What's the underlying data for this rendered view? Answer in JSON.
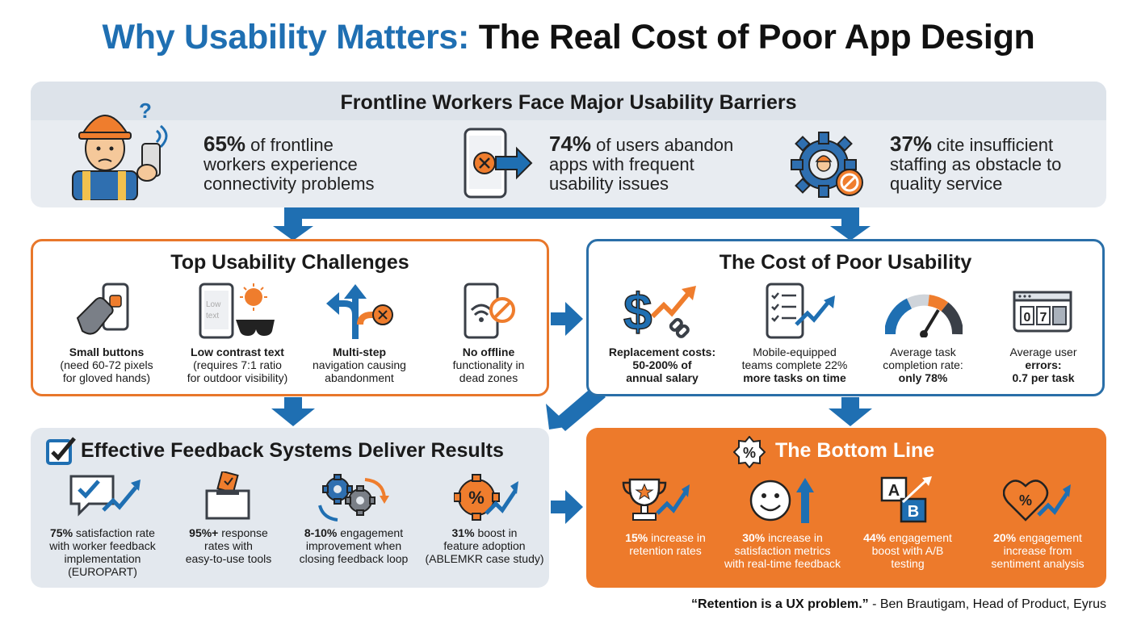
{
  "title": {
    "part1": "Why Usability Matters:",
    "part2": "The Real Cost of Poor App Design"
  },
  "barriers": {
    "heading": "Frontline Workers Face Major Usability Barriers",
    "stats": [
      {
        "value": "65%",
        "text": "of frontline\nworkers experience\nconnectivity problems",
        "icon": "frontline-worker-icon"
      },
      {
        "value": "74%",
        "text": "of users abandon\napps with frequent\nusability issues",
        "icon": "phone-abandon-icon"
      },
      {
        "value": "37%",
        "text": "cite insufficient\nstaffing as obstacle to\nquality service",
        "icon": "gear-worker-icon"
      }
    ]
  },
  "challenges": {
    "heading": "Top Usability Challenges",
    "items": [
      {
        "bold": "Small buttons",
        "text": "(need 60-72 pixels\nfor gloved hands)",
        "icon": "gloved-hand-icon"
      },
      {
        "bold": "Low contrast text",
        "text": "(requires 7:1 ratio\nfor outdoor visibility)",
        "icon": "low-contrast-icon",
        "screen_text": "Low\ntext"
      },
      {
        "bold": "Multi-step",
        "text": "navigation causing\nabandonment",
        "icon": "branching-arrows-icon"
      },
      {
        "bold": "No offline",
        "text": "functionality in\ndead zones",
        "icon": "no-wifi-icon"
      }
    ]
  },
  "costs": {
    "heading": "The Cost of Poor Usability",
    "items": [
      {
        "line1": "Replacement costs:",
        "line2": "50-200% of\nannual salary",
        "bold1": true,
        "bold2": true,
        "icon": "dollar-chart-icon"
      },
      {
        "line1": "Mobile-equipped\nteams complete 22%",
        "line2": "more tasks on time",
        "bold1": false,
        "bold2": true,
        "icon": "checklist-chart-icon"
      },
      {
        "line1": "Average task\ncompletion rate:",
        "line2": "only 78%",
        "bold1": false,
        "bold2": true,
        "icon": "gauge-icon"
      },
      {
        "line1": "Average user",
        "line2": "errors:\n0.7 per task",
        "bold1": false,
        "bold2": true,
        "icon": "counter-icon",
        "counter": "07"
      }
    ]
  },
  "feedback": {
    "heading": "Effective Feedback Systems Deliver Results",
    "items": [
      {
        "value": "75%",
        "text": "satisfaction rate\nwith worker feedback\nimplementation\n(EUROPART)",
        "icon": "feedback-chart-icon"
      },
      {
        "value": "95%+",
        "text": "response\nrates with\neasy-to-use tools",
        "icon": "ballot-box-icon"
      },
      {
        "value": "8-10%",
        "text": "engagement\nimprovement when\nclosing feedback loop",
        "icon": "gears-loop-icon"
      },
      {
        "value": "31%",
        "text": "boost in\nfeature adoption\n(ABLEMKR case study)",
        "icon": "percent-gear-icon"
      }
    ]
  },
  "bottom_line": {
    "heading": "The Bottom Line",
    "items": [
      {
        "value": "15%",
        "text": "increase in\nretention rates",
        "icon": "trophy-icon"
      },
      {
        "value": "30%",
        "text": "increase in\nsatisfaction metrics\nwith real-time feedback",
        "icon": "smiley-icon"
      },
      {
        "value": "44%",
        "text": "engagement\nboost with A/B\ntesting",
        "icon": "ab-test-icon"
      },
      {
        "value": "20%",
        "text": "engagement\nincrease from\nsentiment analysis",
        "icon": "heart-percent-icon"
      }
    ]
  },
  "quote": {
    "text": "“Retention is a UX problem.”",
    "author": " - Ben Brautigam, Head of Product, Eyrus"
  },
  "colors": {
    "blue": "#1f6fb2",
    "orange": "#e8772b",
    "dark": "#3a3f47"
  }
}
